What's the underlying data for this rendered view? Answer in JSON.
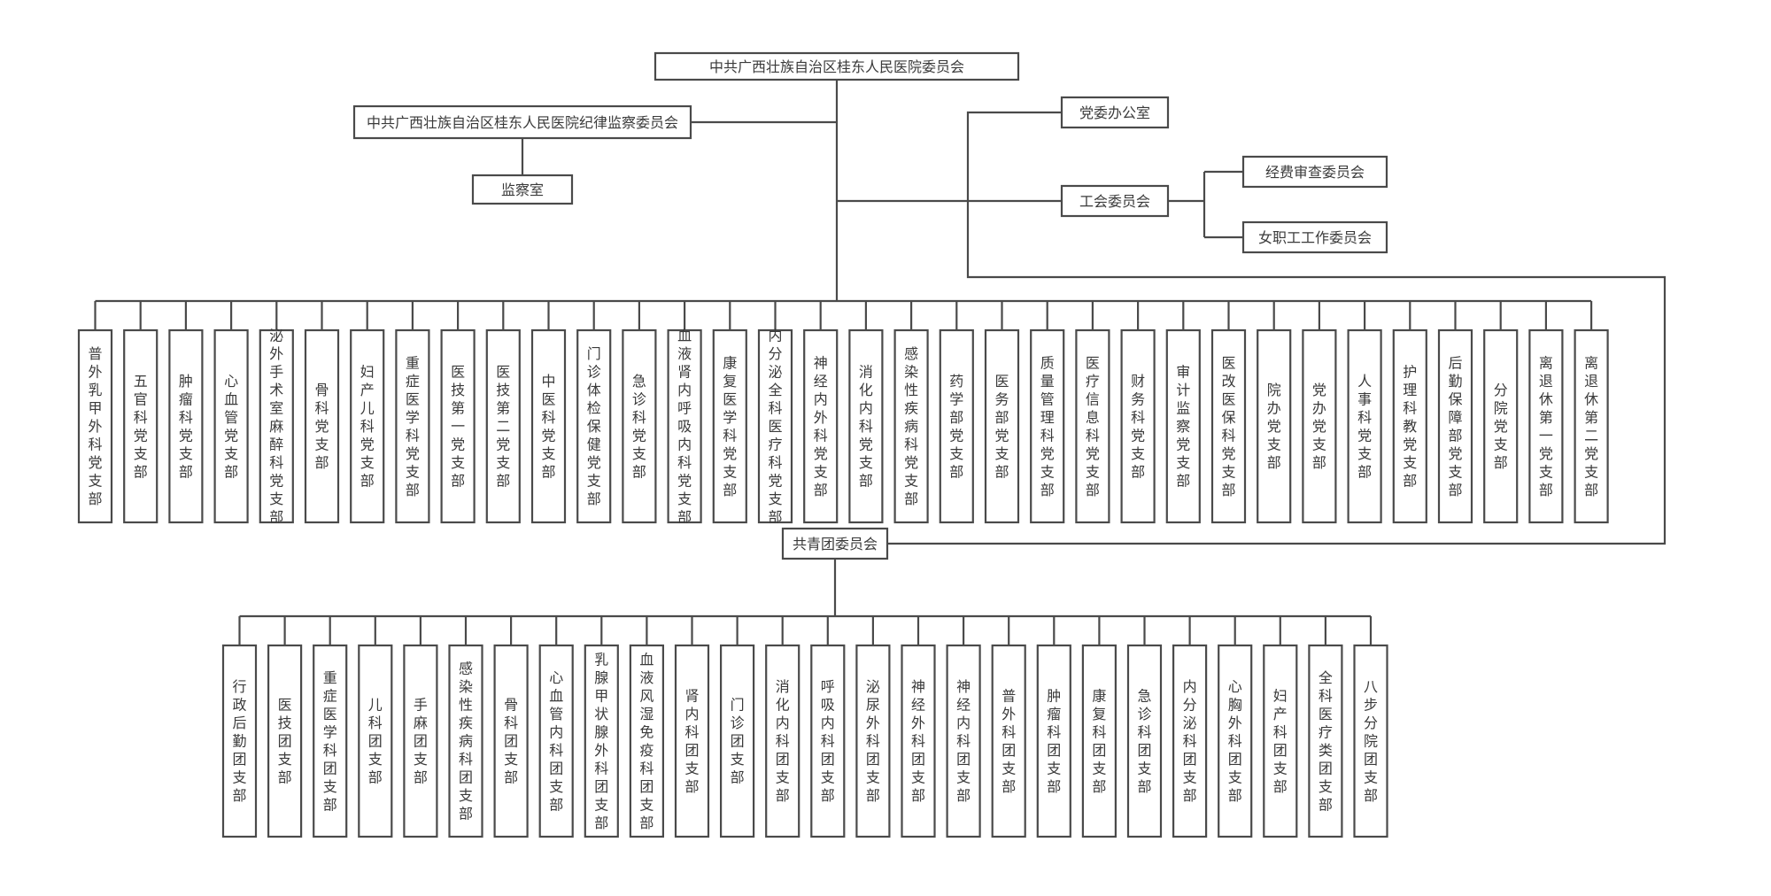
{
  "title": "中共广西壮族自治区桂东人民医院委员会",
  "root": {
    "label": "中共广西壮族自治区桂东人民医院委员会"
  },
  "discipline": {
    "label": "中共广西壮族自治区桂东人民医院纪律监察委员会",
    "child": {
      "label": "监察室"
    }
  },
  "party_office": {
    "label": "党委办公室"
  },
  "union": {
    "label": "工会委员会",
    "children": [
      {
        "label": "经费审查委员会"
      },
      {
        "label": "女职工工作委员会"
      }
    ]
  },
  "party_branches": [
    "普外乳甲外科党支部",
    "五官科党支部",
    "肿瘤科党支部",
    "心血管党支部",
    "泌外手术室麻醉科党支部",
    "骨科党支部",
    "妇产儿科党支部",
    "重症医学科党支部",
    "医技第一党支部",
    "医技第二党支部",
    "中医科党支部",
    "门诊体检保健党支部",
    "急诊科党支部",
    "血液肾内呼吸内科党支部",
    "康复医学科党支部",
    "内分泌全科医疗科党支部",
    "神经内外科党支部",
    "消化内科党支部",
    "感染性疾病科党支部",
    "药学部党支部",
    "医务部党支部",
    "质量管理科党支部",
    "医疗信息科党支部",
    "财务科党支部",
    "审计监察党支部",
    "医改医保科党支部",
    "院办党支部",
    "党办党支部",
    "人事科党支部",
    "护理科教党支部",
    "后勤保障部党支部",
    "分院党支部",
    "离退休第一党支部",
    "离退休第二党支部"
  ],
  "youth_league": {
    "label": "共青团委员会"
  },
  "league_branches": [
    "行政后勤团支部",
    "医技团支部",
    "重症医学科团支部",
    "儿科团支部",
    "手麻团支部",
    "感染性疾病科团支部",
    "骨科团支部",
    "心血管内科团支部",
    "乳腺甲状腺外科团支部",
    "血液风湿免疫科团支部",
    "肾内科团支部",
    "门诊团支部",
    "消化内科团支部",
    "呼吸内科团支部",
    "泌尿外科团支部",
    "神经外科团支部",
    "神经内科团支部",
    "普外科团支部",
    "肿瘤科团支部",
    "康复科团支部",
    "急诊科团支部",
    "内分泌科团支部",
    "心胸外科团支部",
    "妇产科团支部",
    "全科医疗类团支部",
    "八步分院团支部"
  ],
  "colors": {
    "line": "#4a4a4a",
    "text": "#3a3a3a",
    "background": "#ffffff"
  }
}
